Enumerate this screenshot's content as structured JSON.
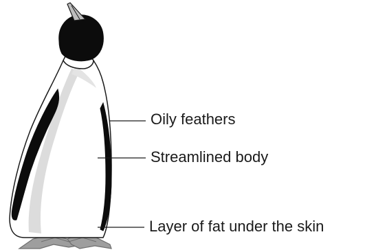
{
  "labels": [
    {
      "text": "Oily feathers"
    },
    {
      "text": "Streamlined body"
    },
    {
      "text": "Layer of fat under the skin"
    }
  ],
  "colors": {
    "outline": "#1a1a1a",
    "black_plumage": "#0c0c0c",
    "belly": "#ffffff",
    "shading": "#dcdcdc",
    "feet": "#9e9e9e",
    "feet_dark": "#6e6e6e",
    "beak": "#bdbdbd",
    "leader_line": "#1a1a1a"
  }
}
